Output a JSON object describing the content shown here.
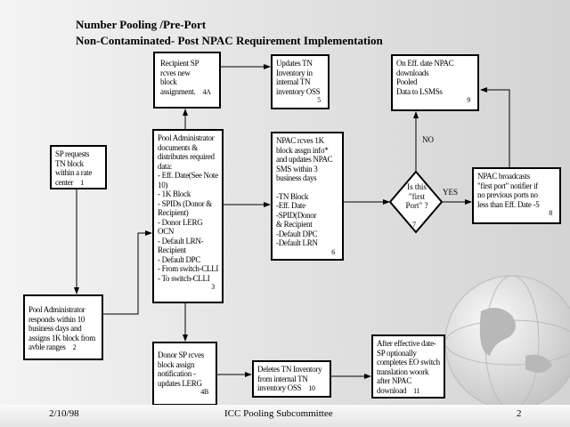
{
  "title": {
    "line1": "Number Pooling /Pre-Port",
    "line2": "Non-Contaminated- Post NPAC Requirement Implementation"
  },
  "boxes": {
    "sp_requests": {
      "lines": [
        "SP requests",
        " TN block",
        "within a rate",
        "center"
      ],
      "num": "1"
    },
    "pa_responds": {
      "lines": [
        "Pool Administrator",
        "responds within 10",
        "business days and",
        "assigns 1K block from",
        "avble ranges"
      ],
      "num": "2"
    },
    "pa_documents": {
      "lines": [
        "Pool Administrator",
        "documents &",
        "distributes required",
        "data:",
        "- Eff. Date(See Note",
        "10)",
        "- 1K Block",
        "- SPIDs (Donor &",
        "Recipient)",
        "- Donor LERG",
        "OCN",
        "- Default LRN-",
        "Recipient",
        "- Default DPC",
        "- From switch-CLLI",
        "- To switch-CLLI"
      ],
      "num": "3"
    },
    "recipient_sp": {
      "lines": [
        "Recipient SP",
        "rcves new",
        "block",
        "assignment."
      ],
      "num": "4A"
    },
    "donor_sp": {
      "lines": [
        "Donor SP rcves",
        "block assign",
        "notification -",
        "updates LERG"
      ],
      "num": "4B"
    },
    "updates_tn": {
      "lines": [
        "Updates TN",
        "Inventory in",
        "internal TN",
        "inventory OSS"
      ],
      "num": "5"
    },
    "npac_rcves": {
      "lines": [
        "NPAC rcves 1K",
        "block assgn info*",
        "and updates NPAC",
        "SMS within 3",
        "business days",
        "",
        "-TN  Block",
        "-Eff. Date",
        "-SPID(Donor",
        "& Recipient",
        "-Default DPC",
        "-Default LRN"
      ],
      "num": "6"
    },
    "decision": {
      "lines": [
        "Is this",
        "\"first",
        "Port\" ?"
      ],
      "num": "7"
    },
    "npac_broadcasts": {
      "lines": [
        "NPAC broadcasts",
        "\"first port\" notifier if",
        "no previous ports no",
        "less than Eff. Date -5"
      ],
      "num": "8"
    },
    "on_eff_date": {
      "lines": [
        "On Eff. date NPAC",
        "downloads",
        " Pooled",
        "Data to LSMSs"
      ],
      "num": "9"
    },
    "deletes_tn": {
      "lines": [
        "Deletes TN Inventory",
        "from internal TN",
        "inventory OSS"
      ],
      "num": "10"
    },
    "after_eff": {
      "lines": [
        "After effective date-",
        "SP optionally",
        "completes EO switch",
        "translation woork",
        "after NPAC",
        "download"
      ],
      "num": "11"
    }
  },
  "labels": {
    "no": "NO",
    "yes": "YES"
  },
  "footer": {
    "date": "2/10/98",
    "org": "ICC Pooling Subcommittee",
    "page": "2"
  }
}
